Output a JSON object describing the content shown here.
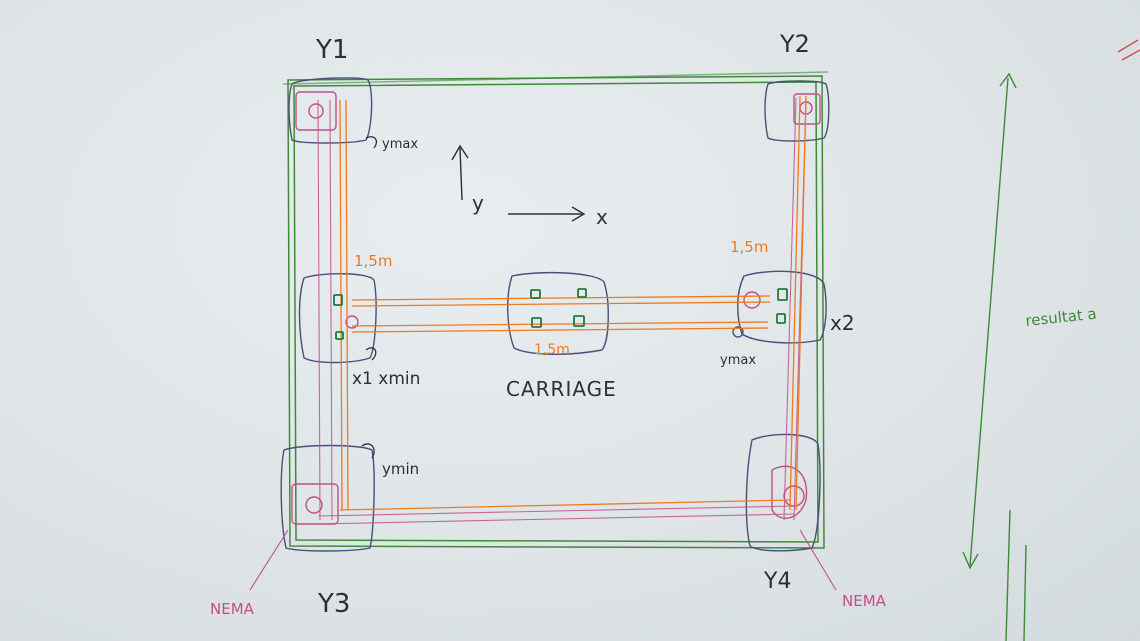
{
  "labels": {
    "y1": "Y1",
    "y2": "Y2",
    "y3": "Y3",
    "y4": "Y4",
    "ymax_left": "ymax",
    "ymax_right": "ymax",
    "ymin": "ymin",
    "axis_y": "y",
    "axis_x": "x",
    "belt_left": "1,5m",
    "belt_right": "1,5m",
    "belt_carriage": "1,5m",
    "x1_xmin": "x1 xmin",
    "x2": "x2",
    "carriage": "CARRIAGE",
    "nema_left": "NEMA",
    "nema_right": "NEMA",
    "resultat": "resultat a"
  },
  "colors": {
    "frame": "#3e8a3a",
    "motor_block": "#4a4f7a",
    "belt": "#f07a1e",
    "rail": "#c0508a",
    "bearing": "#1f7a3a",
    "text": "#2b2f3a"
  }
}
